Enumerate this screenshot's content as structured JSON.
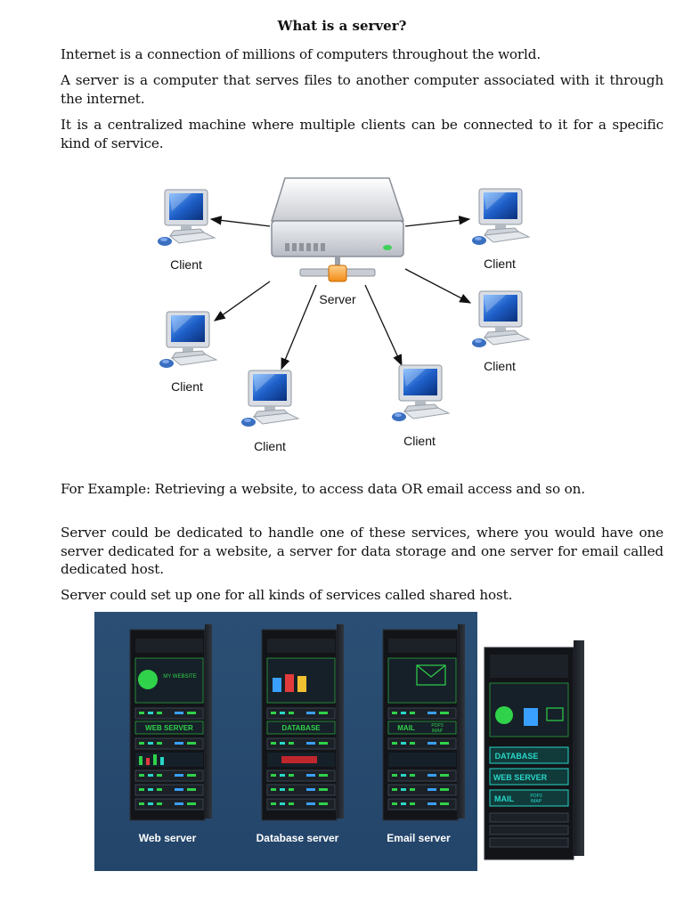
{
  "title": "What is a server?",
  "paragraphs": [
    "Internet is a connection of millions of computers throughout the world.",
    "A server is a computer that serves files to another computer associated with it through the internet.",
    "It is a centralized machine where multiple clients can be connected to it for a specific kind of service.",
    "For Example: Retrieving a website, to access data  OR email access and so on.",
    "Server could be dedicated to handle one of these services, where you would have one server dedicated for a website, a server for data storage and one server for email called dedicated host.",
    "Server could set up one for all kinds of services called shared host."
  ],
  "diagram": {
    "server_label": "Server",
    "client_label": "Client"
  },
  "racks": {
    "captions": [
      "Web server",
      "Database server",
      "Email server"
    ],
    "panel_labels": {
      "website": "MY WEBSITE",
      "web_server": "WEB SERVER",
      "database": "DATABASE",
      "mail": "MAIL",
      "pop3": "POP3",
      "imap": "IMAP"
    }
  },
  "colors": {
    "rack_background": "#2b4f74",
    "panel_green": "#2fd24a",
    "panel_cyan": "#29d6c8",
    "monitor_blue": "#1e5fc8"
  }
}
